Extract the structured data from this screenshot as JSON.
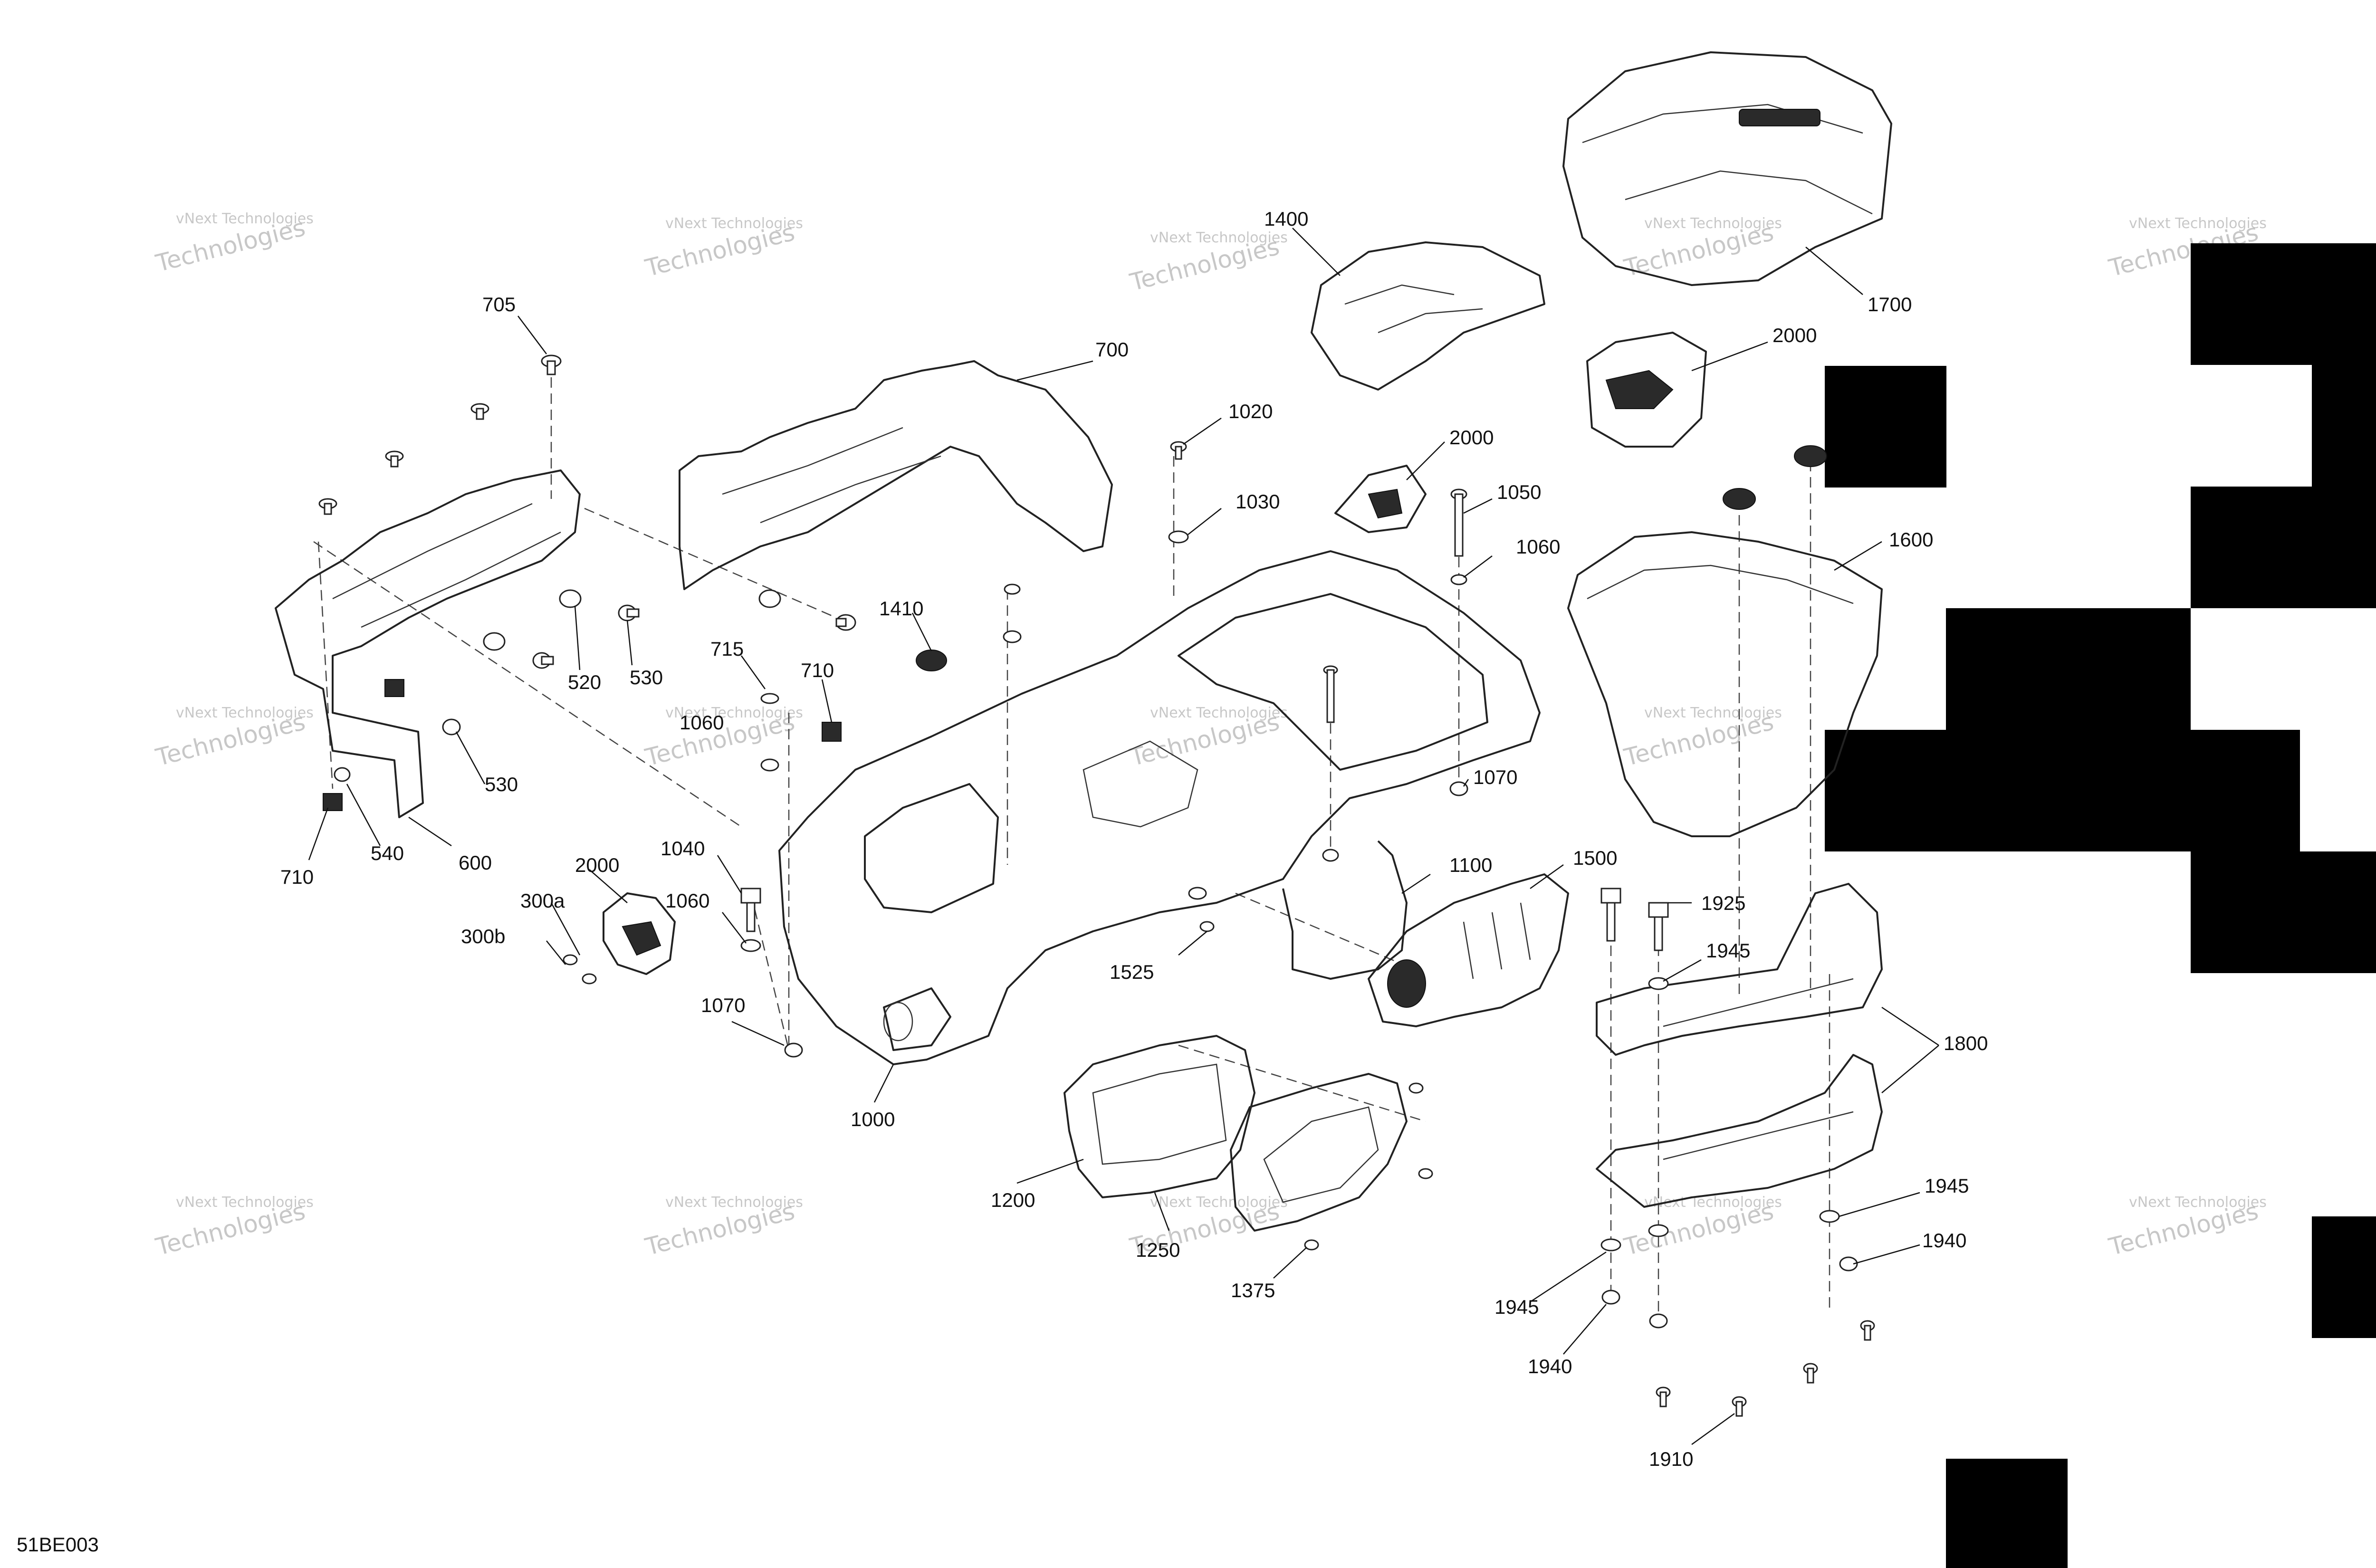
{
  "diagram": {
    "code": "51BE003",
    "part_labels": [
      "705",
      "700",
      "1400",
      "1700",
      "2000",
      "1020",
      "1030",
      "2000",
      "1050",
      "1060",
      "1600",
      "1410",
      "520",
      "530",
      "715",
      "710",
      "1060",
      "530",
      "1070",
      "540",
      "710",
      "600",
      "2000",
      "1040",
      "300a",
      "1060",
      "300b",
      "1070",
      "1000",
      "1100",
      "1500",
      "1525",
      "1925",
      "1945",
      "1800",
      "1200",
      "1250",
      "1375",
      "1945",
      "1940",
      "1945",
      "1940",
      "1910"
    ],
    "watermark": {
      "company": "vNext Technologies",
      "word": "Technologies"
    }
  }
}
